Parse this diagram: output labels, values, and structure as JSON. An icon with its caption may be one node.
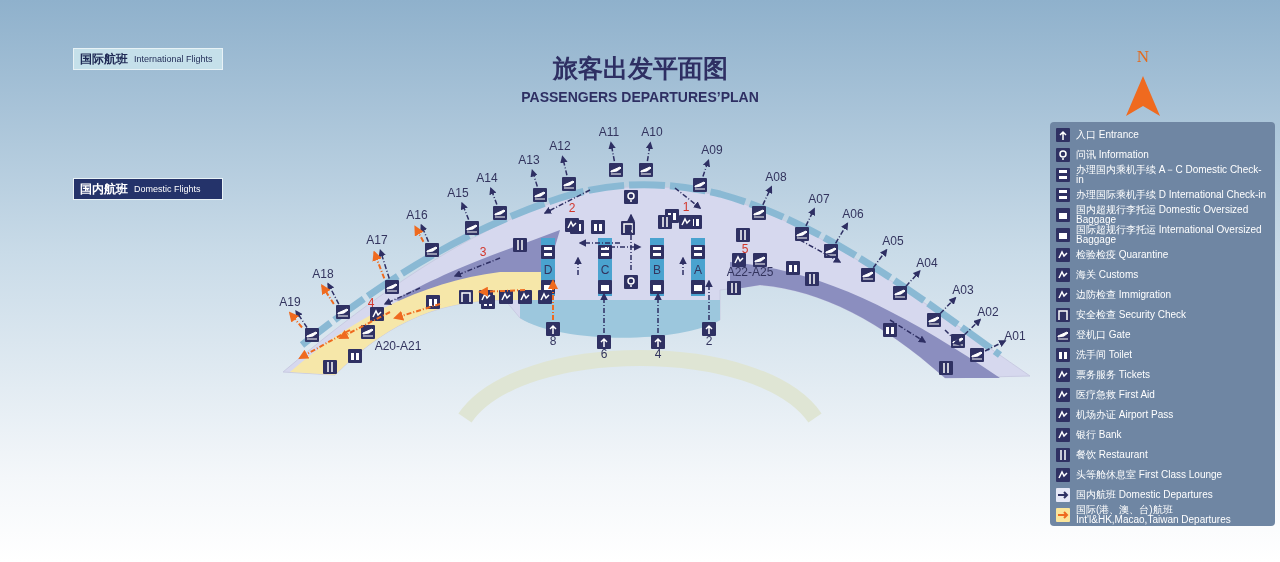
{
  "diagram": {
    "title": "旅客出发平面图",
    "nodes": [
      {
        "text": [
          "国际航班",
          "International Flights"
        ]
      },
      {
        "text": [
          "国内航班",
          "Domestic Flights"
        ]
      }
    ],
    "edges": [],
    "labels": [
      "PASSENGERS DEPARTURES’PLAN",
      "N",
      "A19",
      "A18",
      "A17",
      "A16",
      "A15",
      "A14",
      "A13",
      "A12",
      "A11",
      "A10",
      "A09",
      "A08",
      "A07",
      "A06",
      "A05",
      "A04",
      "A03",
      "A02",
      "A01",
      "A20-A21",
      "A22-A25",
      "2",
      "1",
      "3",
      "5",
      "4",
      "D",
      "C",
      "B",
      "A",
      "8",
      "6",
      "4",
      "2"
    ],
    "legend": [
      {
        "text": "入口 Entrance"
      },
      {
        "text": "问讯 Information"
      },
      {
        "text": "办理国内乘机手续 A－C Domestic Check-in"
      },
      {
        "text": "办理国际乘机手续 D International Check-in"
      },
      {
        "text": "国内超规行李托运 Domestic Oversized Baggage"
      },
      {
        "text": "国际超规行李托运 International Oversized Baggage"
      },
      {
        "text": "检验检疫 Quarantine"
      },
      {
        "text": "海关 Customs"
      },
      {
        "text": "边防检查 Immigration"
      },
      {
        "text": "安全检查 Security Check"
      },
      {
        "text": "登机口 Gate"
      },
      {
        "text": "洗手间 Toilet"
      },
      {
        "text": "票务服务 Tickets"
      },
      {
        "text": "医疗急救 First Aid"
      },
      {
        "text": "机场办证 Airport Pass"
      },
      {
        "text": "银行 Bank"
      },
      {
        "text": "餐饮 Restaurant"
      },
      {
        "text": "头等舱休息室 First Class Lounge"
      },
      {
        "text": "国内航班 Domestic Departures"
      },
      {
        "text": "国际(港、澳、台)航班 Int'l&HK,Macao,Taiwan Departures"
      }
    ]
  }
}
